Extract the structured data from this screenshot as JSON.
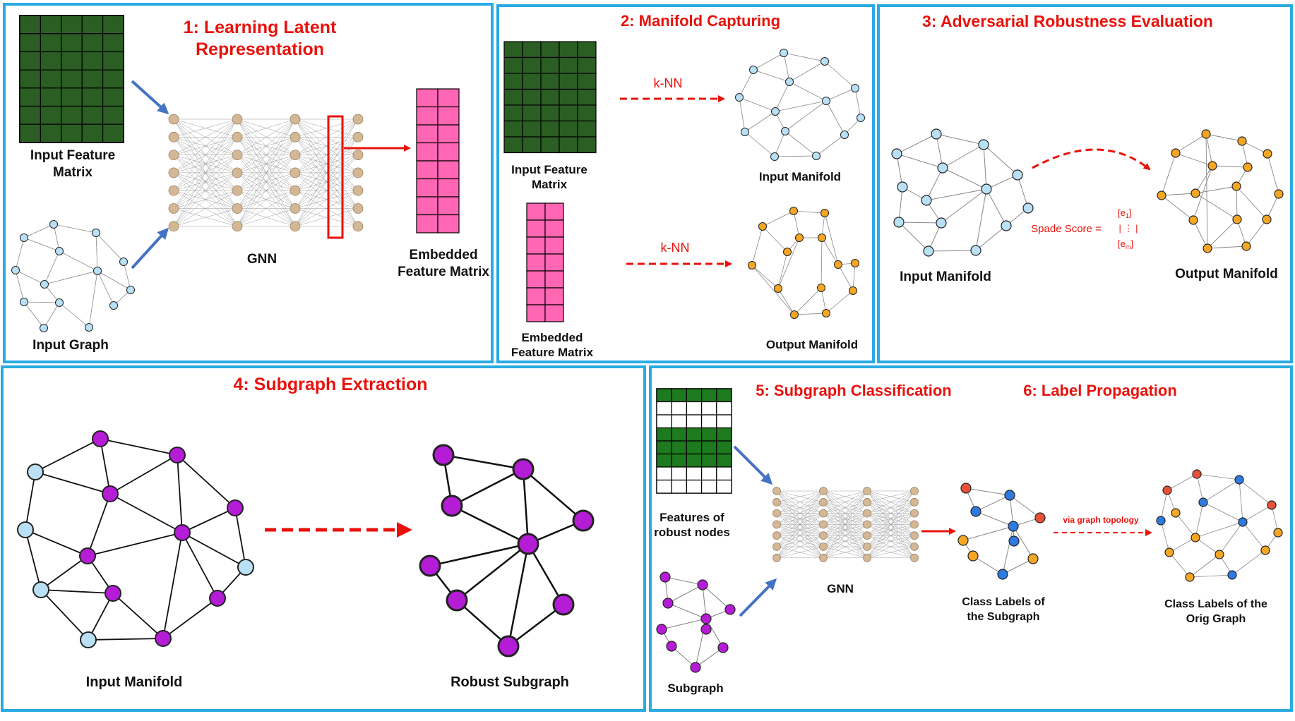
{
  "colors": {
    "panel_border": "#29abe2",
    "title_red": "#e8120c",
    "matrix_green": "#2b5e23",
    "embed_pink": "#ff66b3",
    "gnn_node": "#d4b896",
    "blue_node": "#b9e0f5",
    "orange_node": "#f5a623",
    "purple_node": "#b41cd6",
    "class_red": "#e8503a",
    "class_blue": "#2f7ae0",
    "arrow_blue": "#4472c4"
  },
  "panel1": {
    "title_line1": "1: Learning Latent",
    "title_line2": "Representation",
    "input_feature_line1": "Input Feature",
    "input_feature_line2": "Matrix",
    "input_graph": "Input Graph",
    "gnn": "GNN",
    "embedded_line1": "Embedded",
    "embedded_line2": "Feature Matrix"
  },
  "panel2": {
    "title": "2: Manifold Capturing",
    "input_feature_line1": "Input Feature",
    "input_feature_line2": "Matrix",
    "embedded_line1": "Embedded",
    "embedded_line2": "Feature Matrix",
    "knn_top": "k-NN",
    "knn_bottom": "k-NN",
    "input_manifold": "Input Manifold",
    "output_manifold": "Output Manifold"
  },
  "panel3": {
    "title": "3: Adversarial Robustness Evaluation",
    "spade_label": "Spade Score  =",
    "vec_top": "[e",
    "vec_top_sub": "1",
    "vec_mid": "| ⋮ |",
    "vec_bot": "[e",
    "vec_bot_sub": "m",
    "input_manifold": "Input Manifold",
    "output_manifold": "Output Manifold"
  },
  "panel4": {
    "title": "4: Subgraph Extraction",
    "input_manifold": "Input Manifold",
    "robust_subgraph": "Robust Subgraph"
  },
  "panel5": {
    "title5": "5: Subgraph Classification",
    "title6": "6: Label Propagation",
    "features_line1": "Features of",
    "features_line2": "robust nodes",
    "subgraph": "Subgraph",
    "gnn": "GNN",
    "class_sub_line1": "Class Labels of",
    "class_sub_line2": "the Subgraph",
    "via_topology": "via graph topology",
    "class_orig_line1": "Class Labels of the",
    "class_orig_line2": "Orig Graph"
  }
}
